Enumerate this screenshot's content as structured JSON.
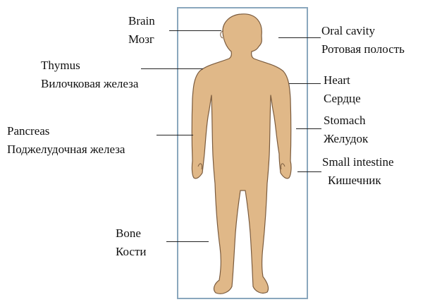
{
  "labels": {
    "brain": {
      "en": "Brain",
      "ru": "Мозг"
    },
    "oral_cavity": {
      "en": "Oral cavity",
      "ru": "Ротовая полость"
    },
    "thymus": {
      "en": "Thymus",
      "ru": "Вилочковая железа"
    },
    "heart": {
      "en": "Heart",
      "ru": "Сердце"
    },
    "pancreas": {
      "en": "Pancreas",
      "ru": "Поджелудочная железа"
    },
    "stomach": {
      "en": "Stomach",
      "ru": "Желудок"
    },
    "small_intestine": {
      "en": "Small intestine",
      "ru": "Кишечник"
    },
    "bone": {
      "en": "Bone",
      "ru": "Кости"
    }
  },
  "colors": {
    "skin": "#e0b888",
    "skin_outline": "#7a5b3e",
    "frame": "#8aa7bd"
  }
}
